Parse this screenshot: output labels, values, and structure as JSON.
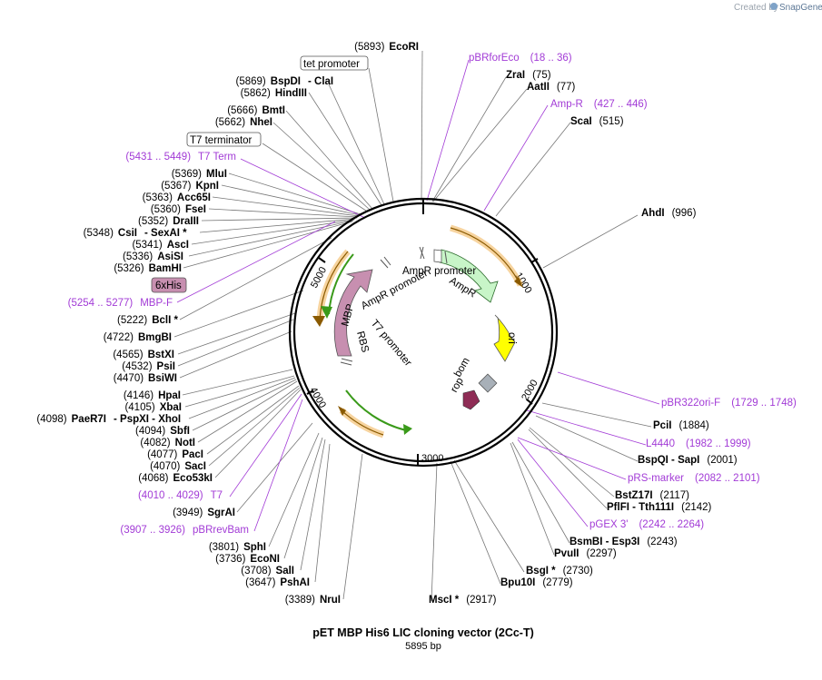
{
  "brand": {
    "created_by": "Created by",
    "name": "SnapGene"
  },
  "title": "pET MBP His6 LIC cloning vector (2Cc-T)",
  "subtitle": "5895 bp",
  "ticks": [
    "1000",
    "2000",
    "3000",
    "4000",
    "5000"
  ],
  "features": {
    "ampr_promoter_top": "AmpR promoter",
    "ampr_promoter_inner": "AmpR promoter",
    "ampr": "AmpR",
    "ori": "ori",
    "bom": "bom",
    "rop": "rop",
    "mbp": "MBP",
    "t7_promoter": "T7 promoter",
    "rbs": "RBS"
  },
  "boxed_labels": {
    "tet_promoter": "tet promoter",
    "t7_terminator": "T7 terminator",
    "his6": "6xHis"
  },
  "colors": {
    "primer": "#a23bd6",
    "ampr_fill": "#c8f5c8",
    "ori_fill": "#ffff00",
    "mbp_fill": "#c78fb0",
    "rop_fill": "#8f2d56",
    "bom_fill": "#a8b0b8",
    "orf": "#f0a030"
  },
  "left_labels": [
    {
      "pos": "(5893)",
      "name": "EcoRI",
      "suffix": ""
    },
    {
      "pos": "(5869)",
      "name": "BspDI",
      "suffix": "- ClaI"
    },
    {
      "pos": "(5862)",
      "name": "HindIII",
      "suffix": ""
    },
    {
      "pos": "(5666)",
      "name": "BmtI",
      "suffix": ""
    },
    {
      "pos": "(5662)",
      "name": "NheI",
      "suffix": ""
    },
    {
      "pos": "(5369)",
      "name": "MluI",
      "suffix": ""
    },
    {
      "pos": "(5367)",
      "name": "KpnI",
      "suffix": ""
    },
    {
      "pos": "(5363)",
      "name": "Acc65I",
      "suffix": ""
    },
    {
      "pos": "(5360)",
      "name": "FseI",
      "suffix": ""
    },
    {
      "pos": "(5352)",
      "name": "DraIII",
      "suffix": ""
    },
    {
      "pos": "(5348)",
      "name": "CsiI",
      "suffix": "- SexAI *"
    },
    {
      "pos": "(5341)",
      "name": "AscI",
      "suffix": ""
    },
    {
      "pos": "(5336)",
      "name": "AsiSI",
      "suffix": ""
    },
    {
      "pos": "(5326)",
      "name": "BamHI",
      "suffix": ""
    },
    {
      "pos": "(5222)",
      "name": "BclI *",
      "suffix": ""
    },
    {
      "pos": "(4722)",
      "name": "BmgBI",
      "suffix": ""
    },
    {
      "pos": "(4565)",
      "name": "BstXI",
      "suffix": ""
    },
    {
      "pos": "(4532)",
      "name": "PsiI",
      "suffix": ""
    },
    {
      "pos": "(4470)",
      "name": "BsiWI",
      "suffix": ""
    },
    {
      "pos": "(4146)",
      "name": "HpaI",
      "suffix": ""
    },
    {
      "pos": "(4105)",
      "name": "XbaI",
      "suffix": ""
    },
    {
      "pos": "(4098)",
      "name": "PaeR7I",
      "suffix": "- PspXI - XhoI"
    },
    {
      "pos": "(4094)",
      "name": "SbfI",
      "suffix": ""
    },
    {
      "pos": "(4082)",
      "name": "NotI",
      "suffix": ""
    },
    {
      "pos": "(4077)",
      "name": "PacI",
      "suffix": ""
    },
    {
      "pos": "(4070)",
      "name": "SacI",
      "suffix": ""
    },
    {
      "pos": "(4068)",
      "name": "Eco53kI",
      "suffix": ""
    },
    {
      "pos": "(3949)",
      "name": "SgrAI",
      "suffix": ""
    },
    {
      "pos": "(3801)",
      "name": "SphI",
      "suffix": ""
    },
    {
      "pos": "(3736)",
      "name": "EcoNI",
      "suffix": ""
    },
    {
      "pos": "(3708)",
      "name": "SalI",
      "suffix": ""
    },
    {
      "pos": "(3647)",
      "name": "PshAI",
      "suffix": ""
    },
    {
      "pos": "(3389)",
      "name": "NruI",
      "suffix": ""
    }
  ],
  "right_labels": [
    {
      "name": "ZraI",
      "pos": "(75)"
    },
    {
      "name": "AatII",
      "pos": "(77)"
    },
    {
      "name": "ScaI",
      "pos": "(515)"
    },
    {
      "name": "AhdI",
      "pos": "(996)"
    },
    {
      "name": "PciI",
      "pos": "(1884)"
    },
    {
      "name": "BspQI - SapI",
      "pos": "(2001)"
    },
    {
      "name": "BstZ17I",
      "pos": "(2117)"
    },
    {
      "name": "PflFI - Tth111I",
      "pos": "(2142)"
    },
    {
      "name": "BsmBI - Esp3I",
      "pos": "(2243)"
    },
    {
      "name": "PvuII",
      "pos": "(2297)"
    },
    {
      "name": "BsgI *",
      "pos": "(2730)"
    },
    {
      "name": "Bpu10I",
      "pos": "(2779)"
    },
    {
      "name": "MscI *",
      "pos": "(2917)"
    }
  ],
  "primers": [
    {
      "name": "pBRforEco",
      "range": "(18 .. 36)"
    },
    {
      "name": "Amp-R",
      "range": "(427 .. 446)"
    },
    {
      "name": "pBR322ori-F",
      "range": "(1729 .. 1748)"
    },
    {
      "name": "L4440",
      "range": "(1982 .. 1999)"
    },
    {
      "name": "pRS-marker",
      "range": "(2082 .. 2101)"
    },
    {
      "name": "pGEX 3'",
      "range": "(2242 .. 2264)"
    },
    {
      "name": "T7 Term",
      "range": "(5431 .. 5449)"
    },
    {
      "name": "MBP-F",
      "range": "(5254 .. 5277)"
    },
    {
      "name": "T7",
      "range": "(4010 .. 4029)"
    },
    {
      "name": "pBRrevBam",
      "range": "(3907 .. 3926)"
    }
  ]
}
